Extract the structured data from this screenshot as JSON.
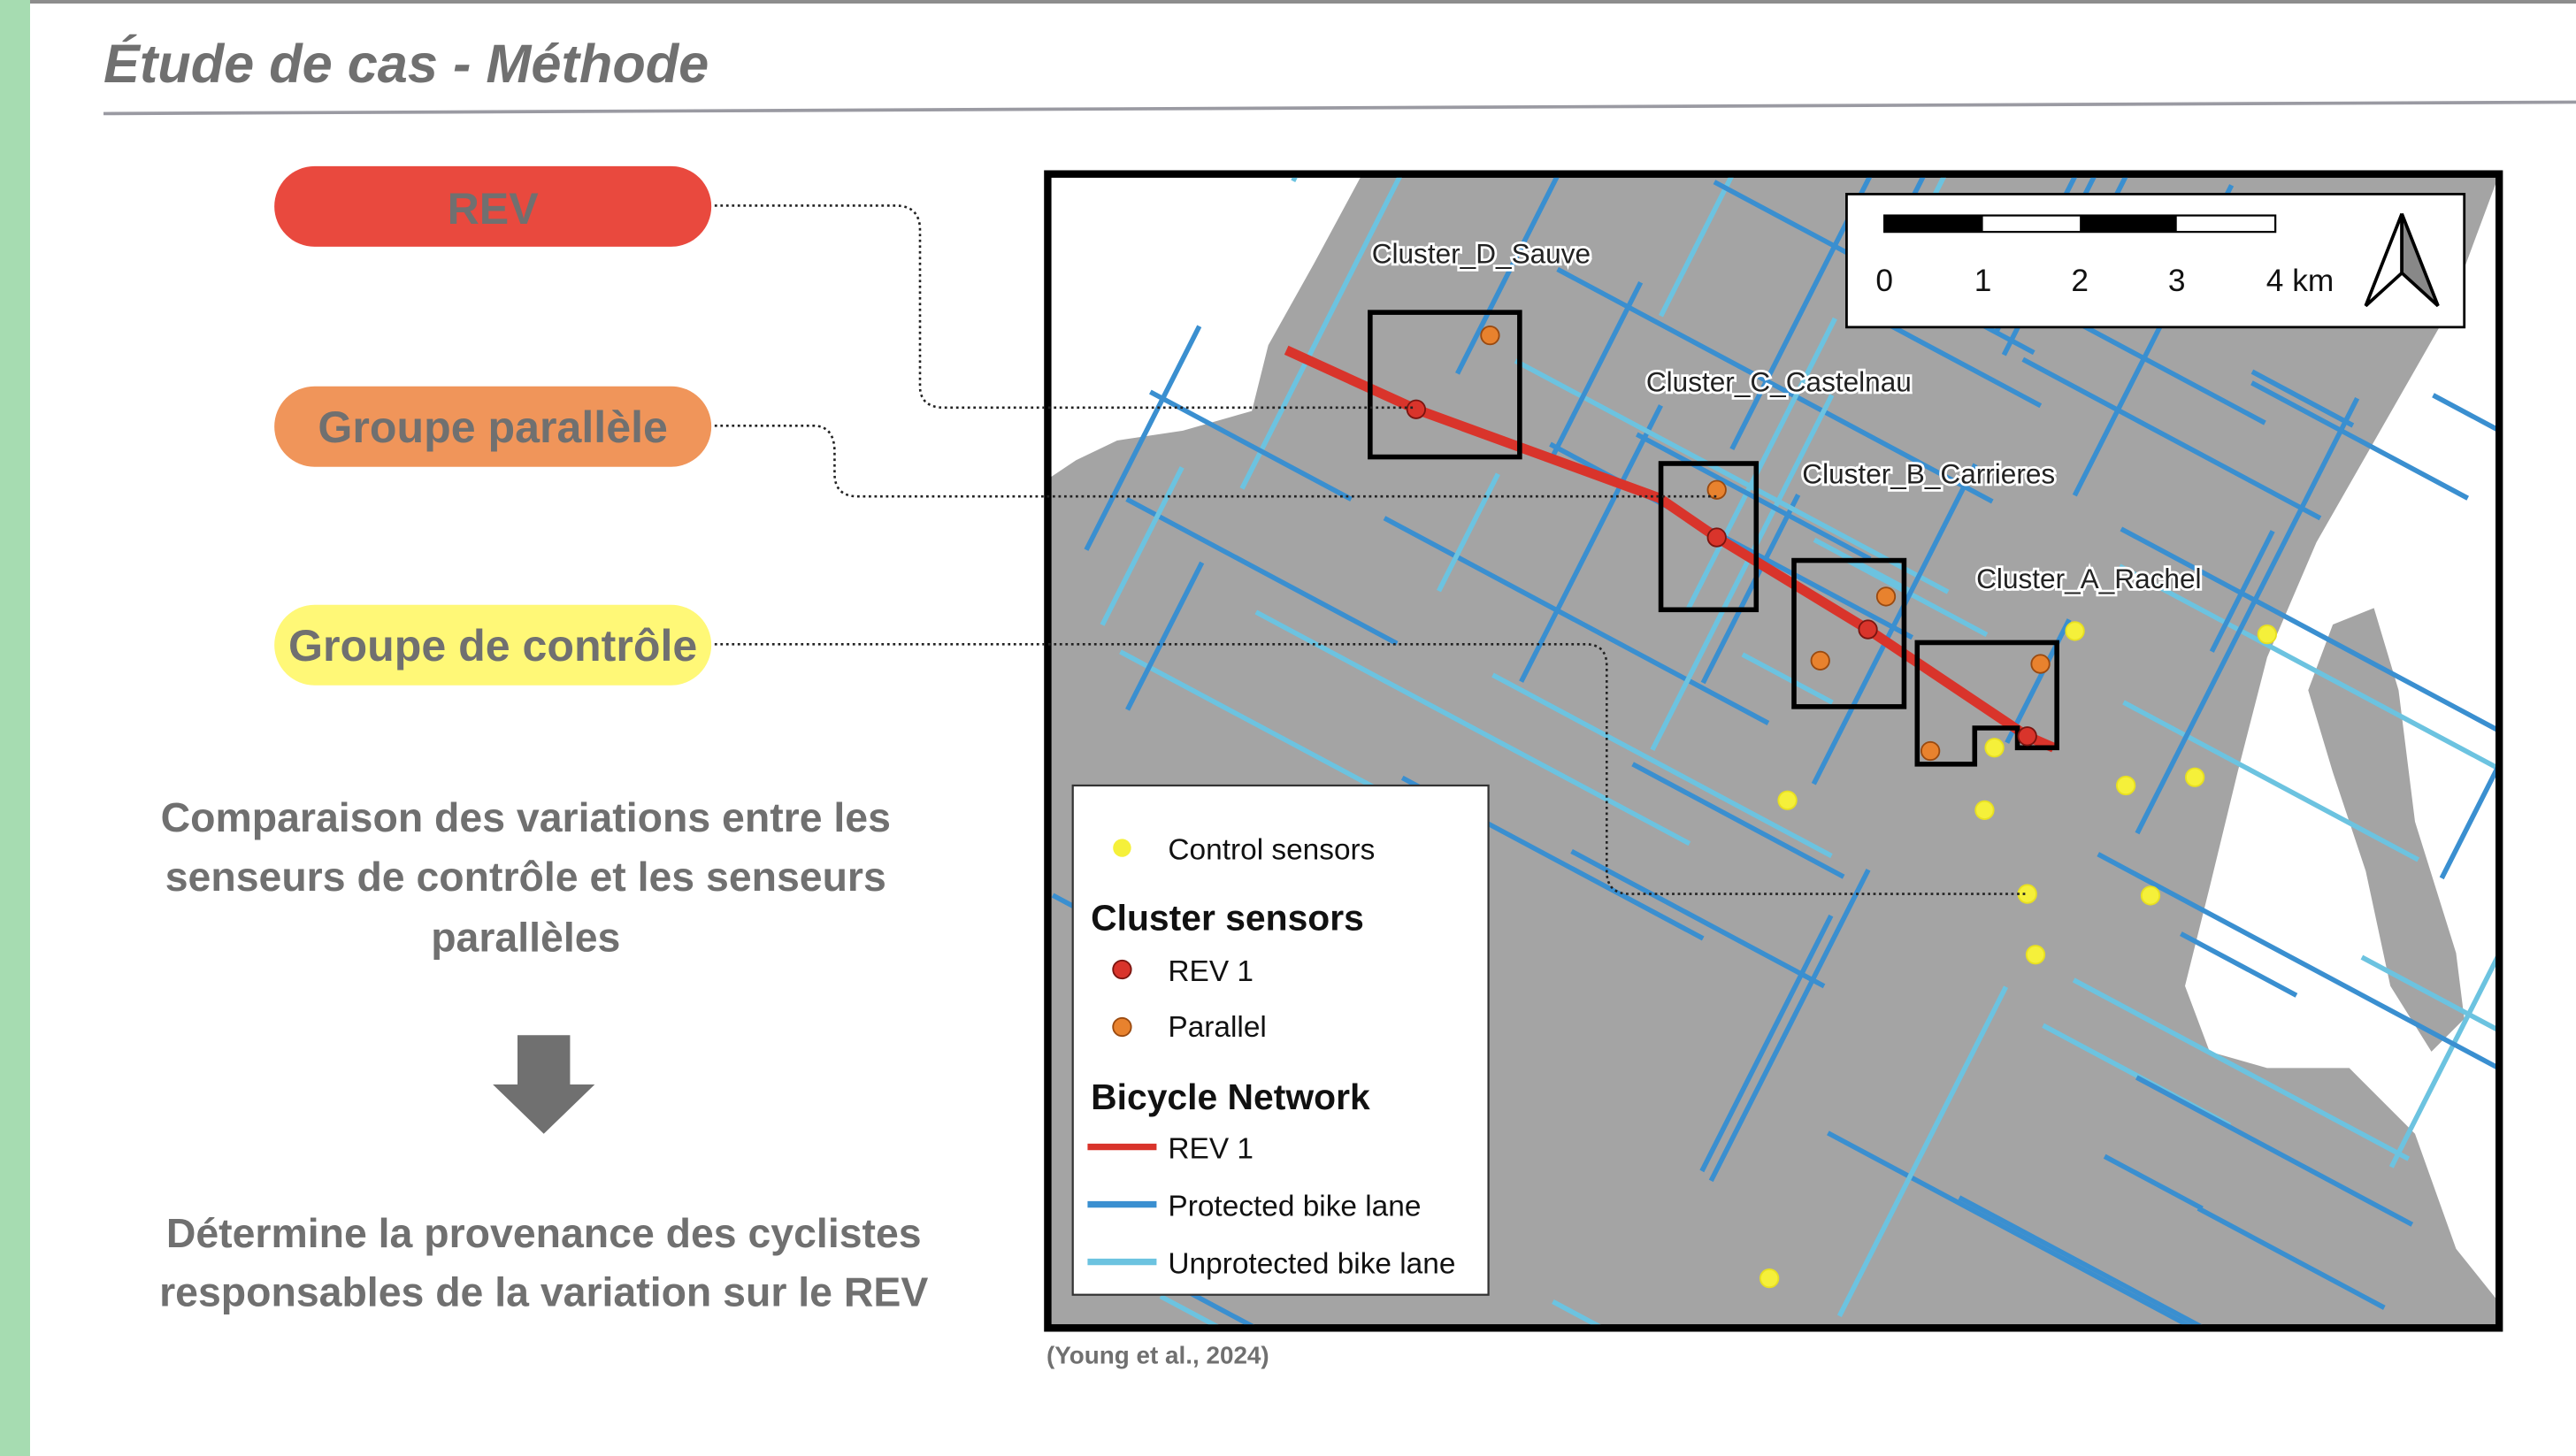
{
  "header": {
    "title": "Étude de cas - Méthode"
  },
  "groups": [
    {
      "label": "REV",
      "color": "#e9493e"
    },
    {
      "label": "Groupe parallèle",
      "color": "#f0955a"
    },
    {
      "label": "Groupe de contrôle",
      "color": "#fff877"
    }
  ],
  "description": {
    "lines": [
      "Comparaison des variations entre les",
      "senseurs de contrôle et les senseurs",
      "parallèles"
    ]
  },
  "arrow_icon": "arrow-down-icon",
  "conclusion": {
    "lines": [
      "Détermine la provenance des cyclistes",
      "responsables de la variation sur le REV"
    ]
  },
  "citation": "(Young et al., 2024)",
  "map": {
    "clusters": [
      "Cluster_D_Sauve",
      "Cluster_C_Castelnau",
      "Cluster_B_Carrieres",
      "Cluster_A_Rachel"
    ],
    "scale_labels": [
      "0",
      "1",
      "2",
      "3",
      "4 km"
    ],
    "north_icon": "north-arrow-icon",
    "legend": {
      "control": "Control sensors",
      "cluster_heading": "Cluster sensors",
      "rev": "REV 1",
      "parallel": "Parallel",
      "network_heading": "Bicycle Network",
      "rev_line": "REV 1",
      "protected": "Protected bike lane",
      "unprotected": "Unprotected bike lane"
    },
    "colors": {
      "rev": "#d9342b",
      "parallel": "#e8822e",
      "control": "#f5f03a",
      "protected": "#3a8fd0",
      "unprotected": "#6cc3e0",
      "land": "#a4a4a4"
    }
  }
}
